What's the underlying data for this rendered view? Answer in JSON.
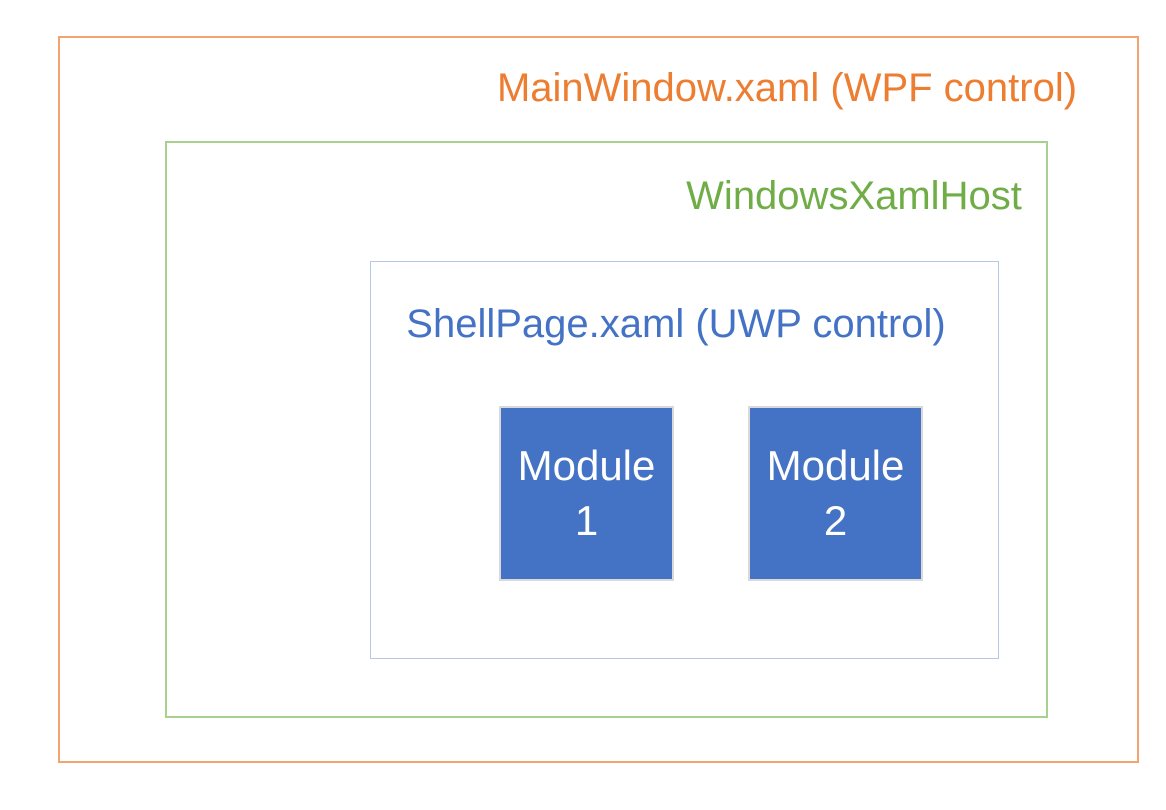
{
  "diagram": {
    "description": "Nested architecture diagram of a WPF window hosting UWP content",
    "main_window": {
      "label": "MainWindow.xaml (WPF control)",
      "text_color": "#ED7D31",
      "border_color": "#F2A36F"
    },
    "xaml_host": {
      "label": "WindowsXamlHost",
      "text_color": "#70AD47",
      "border_color": "#A9D18E"
    },
    "shell_page": {
      "label": "ShellPage.xaml (UWP control)",
      "text_color": "#4472C4",
      "border_color": "#B4C7E7"
    },
    "modules": [
      {
        "name": "Module",
        "number": "1",
        "fill_color": "#4472C4",
        "text_color": "#FFFFFF"
      },
      {
        "name": "Module",
        "number": "2",
        "fill_color": "#4472C4",
        "text_color": "#FFFFFF"
      }
    ]
  }
}
